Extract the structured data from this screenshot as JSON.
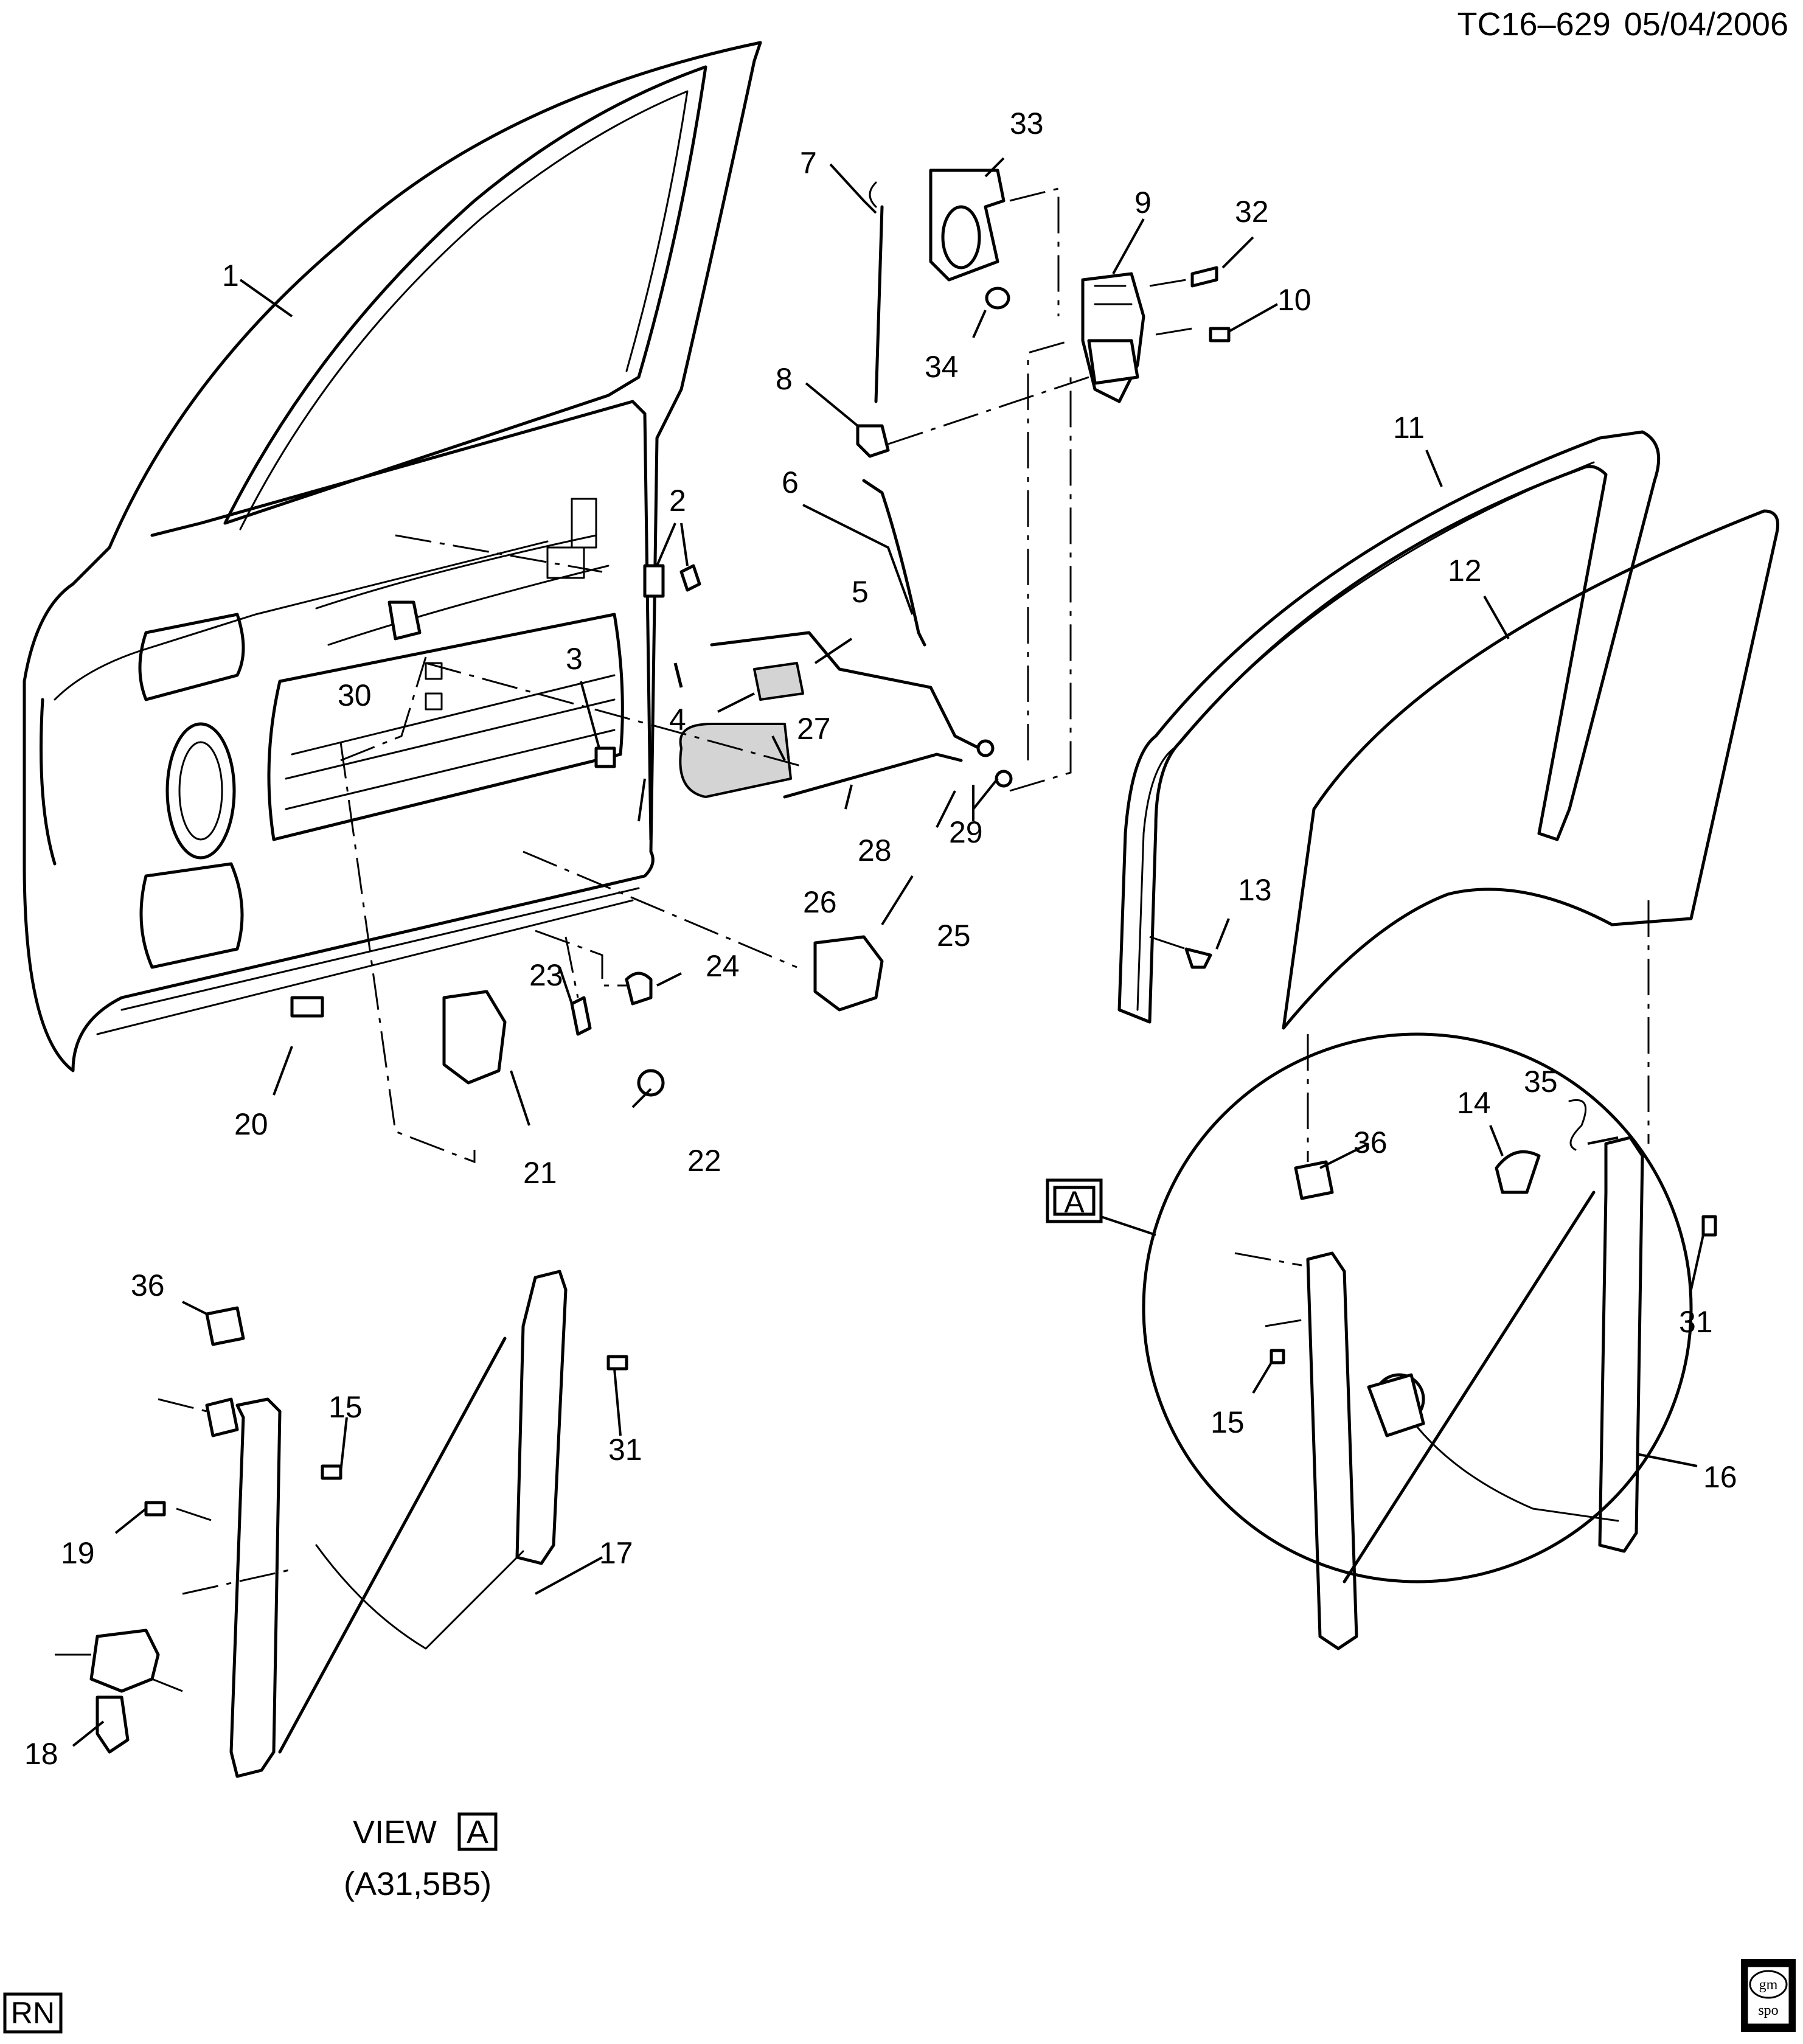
{
  "header": {
    "code": "TC16–629",
    "date": "05/04/2006"
  },
  "callouts": {
    "c1": "1",
    "c2": "2",
    "c3": "3",
    "c4": "4",
    "c5": "5",
    "c6": "6",
    "c7": "7",
    "c8": "8",
    "c9": "9",
    "c10": "10",
    "c11": "11",
    "c12": "12",
    "c13": "13",
    "c14": "14",
    "c15a": "15",
    "c15b": "15",
    "c16": "16",
    "c17": "17",
    "c18": "18",
    "c19": "19",
    "c20": "20",
    "c21": "21",
    "c22": "22",
    "c23": "23",
    "c24": "24",
    "c25": "25",
    "c26": "26",
    "c27": "27",
    "c28": "28",
    "c29": "29",
    "c30": "30",
    "c31a": "31",
    "c31b": "31",
    "c32": "32",
    "c33": "33",
    "c34": "34",
    "c35": "35",
    "c36a": "36",
    "c36b": "36"
  },
  "view_ref": {
    "marker": "A",
    "view_word": "VIEW",
    "view_marker": "A",
    "reference": "(A31,5B5)"
  },
  "footer": {
    "left_code": "RN",
    "logo_text_top": "gm",
    "logo_text_bottom": "spo"
  }
}
